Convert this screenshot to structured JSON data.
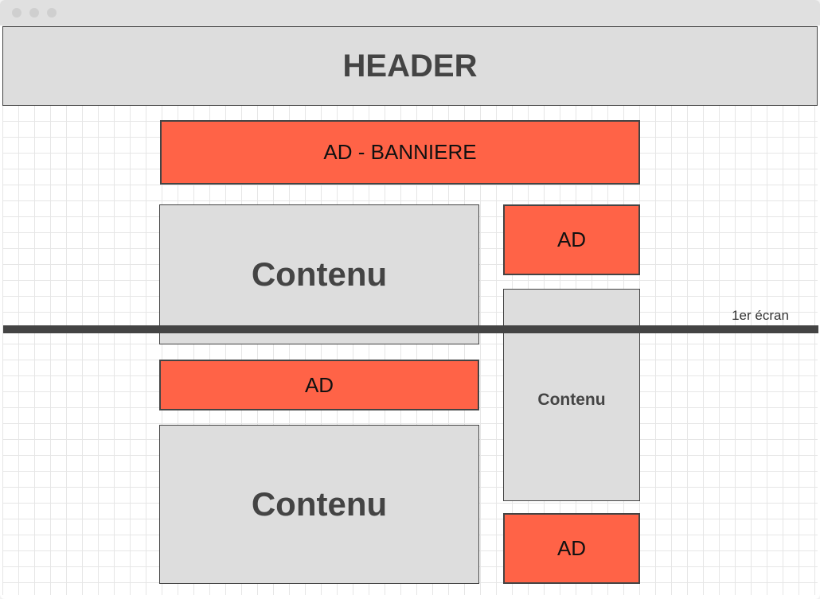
{
  "header": {
    "label": "HEADER"
  },
  "ads": {
    "banner": "AD - BANNIERE",
    "side_top": "AD",
    "middle": "AD",
    "side_bottom": "AD"
  },
  "content": {
    "main_top": "Contenu",
    "side": "Contenu",
    "main_bottom": "Contenu"
  },
  "fold": {
    "label": "1er écran"
  },
  "colors": {
    "ad": "#ff6347",
    "content": "#dddddd",
    "border": "#444444",
    "grid": "#e6e6e6"
  }
}
